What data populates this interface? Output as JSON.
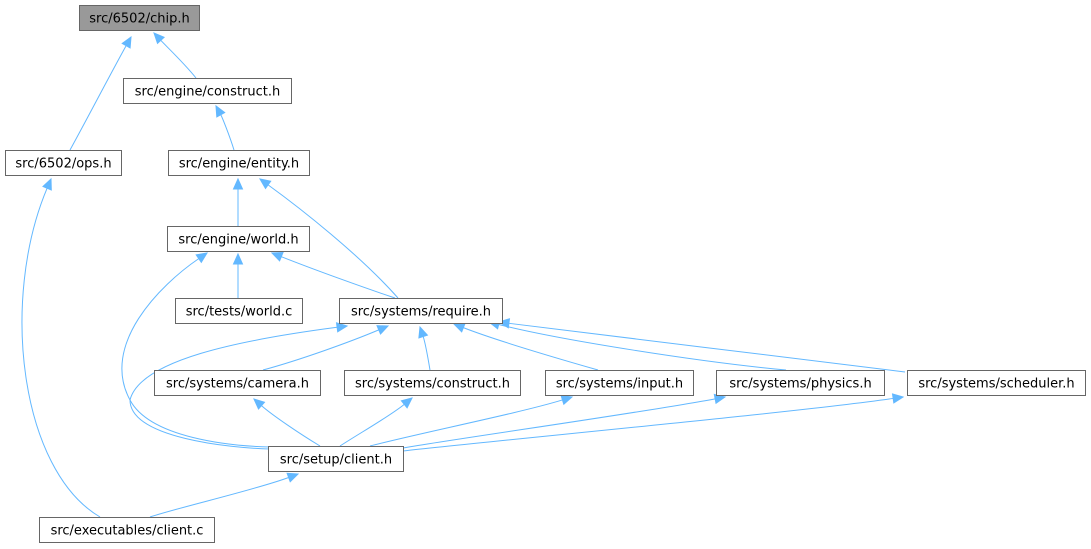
{
  "diagram": {
    "nodes": [
      {
        "id": "chip",
        "label": "src/6502/chip.h",
        "highlighted": true
      },
      {
        "id": "construct_engine",
        "label": "src/engine/construct.h"
      },
      {
        "id": "ops",
        "label": "src/6502/ops.h"
      },
      {
        "id": "entity",
        "label": "src/engine/entity.h"
      },
      {
        "id": "world_h",
        "label": "src/engine/world.h"
      },
      {
        "id": "world_c",
        "label": "src/tests/world.c"
      },
      {
        "id": "require",
        "label": "src/systems/require.h"
      },
      {
        "id": "camera",
        "label": "src/systems/camera.h"
      },
      {
        "id": "construct_sys",
        "label": "src/systems/construct.h"
      },
      {
        "id": "input",
        "label": "src/systems/input.h"
      },
      {
        "id": "physics",
        "label": "src/systems/physics.h"
      },
      {
        "id": "scheduler",
        "label": "src/systems/scheduler.h"
      },
      {
        "id": "client_h",
        "label": "src/setup/client.h"
      },
      {
        "id": "client_c",
        "label": "src/executables/client.c"
      }
    ],
    "edges": [
      {
        "from": "construct_engine",
        "to": "chip"
      },
      {
        "from": "ops",
        "to": "chip"
      },
      {
        "from": "entity",
        "to": "construct_engine"
      },
      {
        "from": "client_c",
        "to": "ops"
      },
      {
        "from": "world_h",
        "to": "entity"
      },
      {
        "from": "require",
        "to": "entity"
      },
      {
        "from": "world_c",
        "to": "world_h"
      },
      {
        "from": "require",
        "to": "world_h"
      },
      {
        "from": "client_h",
        "to": "world_h"
      },
      {
        "from": "camera",
        "to": "require"
      },
      {
        "from": "construct_sys",
        "to": "require"
      },
      {
        "from": "input",
        "to": "require"
      },
      {
        "from": "physics",
        "to": "require"
      },
      {
        "from": "scheduler",
        "to": "require"
      },
      {
        "from": "client_h",
        "to": "require"
      },
      {
        "from": "client_h",
        "to": "camera"
      },
      {
        "from": "client_h",
        "to": "construct_sys"
      },
      {
        "from": "client_h",
        "to": "input"
      },
      {
        "from": "client_h",
        "to": "physics"
      },
      {
        "from": "client_h",
        "to": "scheduler"
      },
      {
        "from": "client_c",
        "to": "client_h"
      }
    ],
    "colors": {
      "edge": "#63b8ff",
      "node_border": "#666666",
      "highlight_fill": "#999999"
    }
  }
}
